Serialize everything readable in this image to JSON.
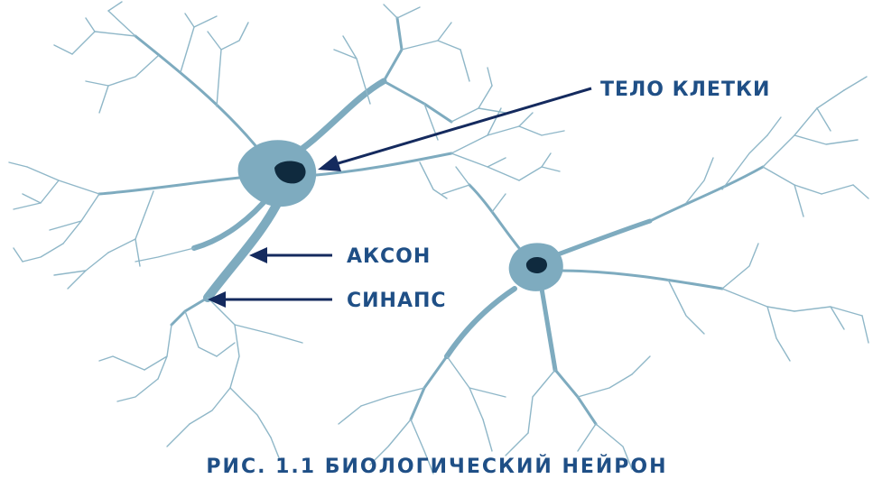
{
  "labels": {
    "cell_body": "ТЕЛО КЛЕТКИ",
    "axon": "АКСОН",
    "synapse": "СИНАПС"
  },
  "caption": "РИС. 1.1 БИОЛОГИЧЕСКИЙ НЕЙРОН",
  "colors": {
    "neuron": "#7eabbf",
    "nucleus": "#0f2a3e",
    "text": "#1f4f86",
    "arrow": "#142a5e"
  }
}
